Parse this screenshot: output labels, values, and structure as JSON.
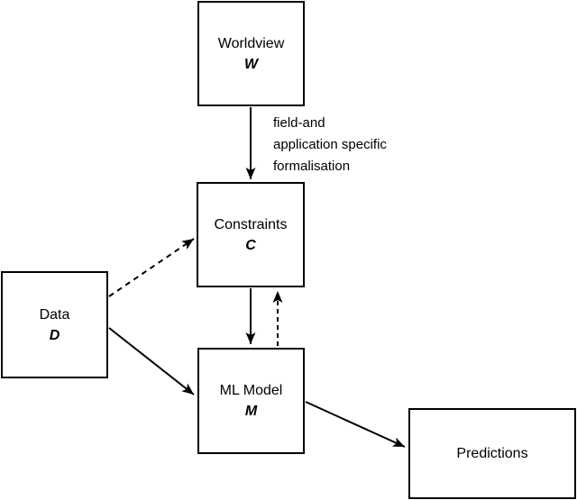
{
  "diagram": {
    "colors": {
      "background": "#ffffff",
      "line": "#000000",
      "text": "#000000"
    },
    "nodes": {
      "worldview": {
        "label": "Worldview",
        "symbol": "W"
      },
      "constraints": {
        "label": "Constraints",
        "symbol": "C"
      },
      "data": {
        "label": "Data",
        "symbol": "D"
      },
      "ml_model": {
        "label": "ML Model",
        "symbol": "M"
      },
      "predictions": {
        "label": "Predictions"
      }
    },
    "edge_label_lines": [
      "field-and",
      "application specific",
      "formalisation"
    ],
    "edges": [
      {
        "from": "worldview",
        "to": "constraints",
        "style": "solid",
        "label": "field-and application specific formalisation"
      },
      {
        "from": "data",
        "to": "constraints",
        "style": "dashed",
        "label": ""
      },
      {
        "from": "constraints",
        "to": "ml_model",
        "style": "solid",
        "label": ""
      },
      {
        "from": "ml_model",
        "to": "constraints",
        "style": "dashed",
        "label": ""
      },
      {
        "from": "data",
        "to": "ml_model",
        "style": "solid",
        "label": ""
      },
      {
        "from": "ml_model",
        "to": "predictions",
        "style": "solid",
        "label": ""
      }
    ]
  }
}
